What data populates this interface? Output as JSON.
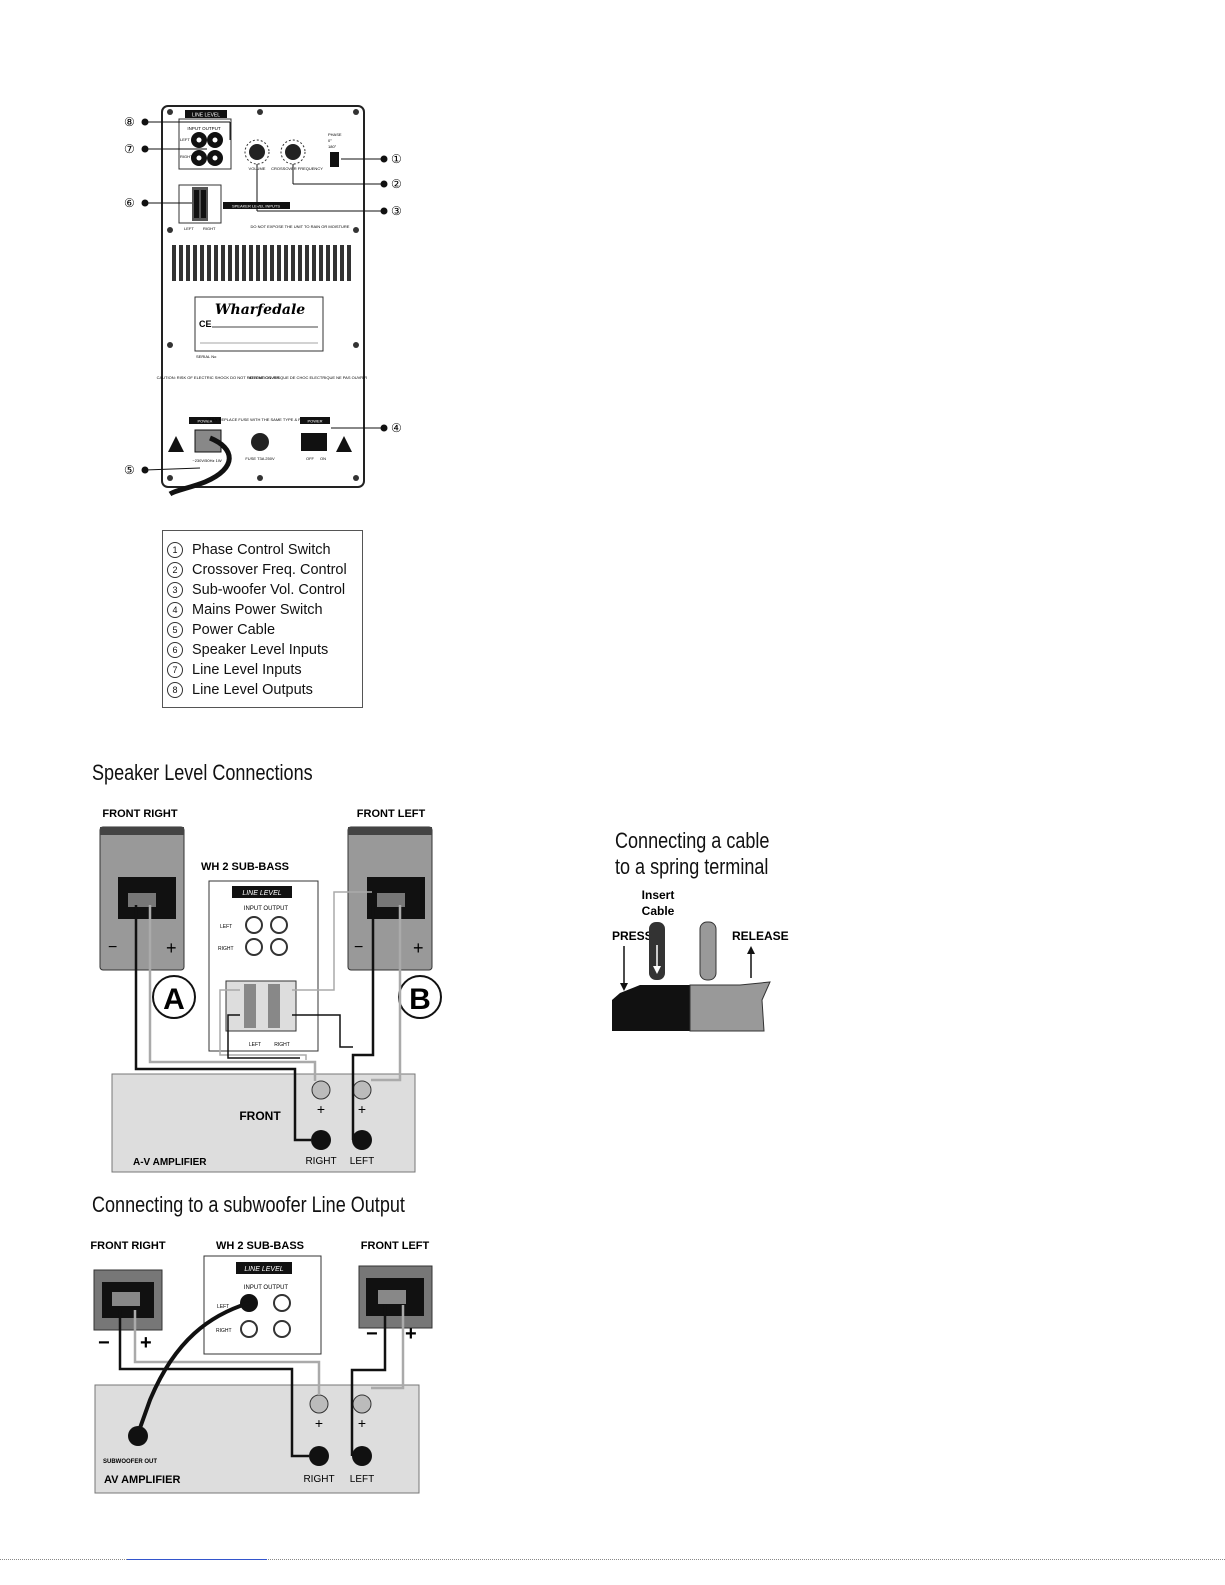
{
  "panel": {
    "line_level_tag": "LINE LEVEL",
    "input_output": "INPUT OUTPUT",
    "left": "LEFT",
    "right": "RIGHT",
    "volume_label": "VOLUME",
    "crossover_label": "CROSSOVER FREQUENCY",
    "phase_label": "PHASE",
    "phase_0": "0°",
    "phase_180": "180°",
    "speaker_level_inputs": "SPEAKER LEVEL INPUTS",
    "speaker_left": "LEFT",
    "speaker_right": "RIGHT",
    "moisture_note": "DO NOT EXPOSE THE UNIT TO RAIN OR MOISTURE",
    "brand": "Wharfedale",
    "caution_en": "CAUTION: RISK OF ELECTRIC SHOCK DO NOT REMOVE COVER",
    "caution_fr": "ATTENTION: RISQUE DE CHOC ELECTRIQUE NE PAS OUVRIR",
    "serial": "SERIAL No",
    "power_tag_left": "POWER",
    "power_tag_right": "POWER",
    "fuse_note": "ONLY REPLACE FUSE WITH THE SAME TYPE & RATING",
    "mains_voltage": "~230V/50Hz 1W",
    "fuse_label": "FUSE T3A 250V",
    "off": "OFF",
    "on": "ON",
    "callouts": [
      "①",
      "②",
      "③",
      "④",
      "⑤",
      "⑥",
      "⑦",
      "⑧"
    ]
  },
  "legend": {
    "items": [
      {
        "num": "1",
        "label": "Phase Control Switch"
      },
      {
        "num": "2",
        "label": "Crossover Freq. Control"
      },
      {
        "num": "3",
        "label": "Sub-woofer Vol. Control"
      },
      {
        "num": "4",
        "label": "Mains Power Switch"
      },
      {
        "num": "5",
        "label": "Power Cable"
      },
      {
        "num": "6",
        "label": "Speaker Level Inputs"
      },
      {
        "num": "7",
        "label": "Line Level Inputs"
      },
      {
        "num": "8",
        "label": "Line Level Outputs"
      }
    ]
  },
  "speaker_level": {
    "heading": "Speaker Level Connections",
    "front_right": "FRONT RIGHT",
    "front_left": "FRONT LEFT",
    "sub_label": "WH 2 SUB-BASS",
    "line_level": "LINE LEVEL",
    "input_output": "INPUT OUTPUT",
    "left": "LEFT",
    "right": "RIGHT",
    "marker_a": "A",
    "marker_b": "B",
    "terminal_left": "LEFT",
    "terminal_right": "RIGHT",
    "amp_front": "FRONT",
    "amp_name": "A-V AMPLIFIER",
    "amp_right": "RIGHT",
    "amp_left": "LEFT",
    "minus": "−",
    "plus": "+"
  },
  "spring": {
    "heading_line1": "Connecting a cable",
    "heading_line2": "to a spring terminal",
    "insert": "Insert",
    "cable": "Cable",
    "press": "PRESS",
    "release": "RELEASE"
  },
  "line_output": {
    "heading": "Connecting to a subwoofer Line Output",
    "front_right": "FRONT RIGHT",
    "front_left": "FRONT LEFT",
    "sub_label": "WH 2 SUB-BASS",
    "line_level": "LINE LEVEL",
    "input_output": "INPUT OUTPUT",
    "left": "LEFT",
    "right": "RIGHT",
    "sub_out": "SUBWOOFER OUT",
    "amp_name": "AV AMPLIFIER",
    "amp_right": "RIGHT",
    "amp_left": "LEFT",
    "minus": "−",
    "plus": "+"
  }
}
